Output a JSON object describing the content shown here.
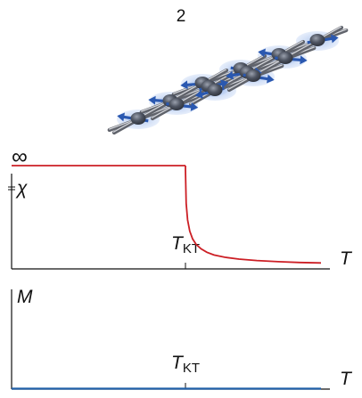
{
  "page_number": "2",
  "lattice": {
    "rows": 3,
    "cols": 4
  },
  "susceptibility_panel": {
    "ylabel": "χ",
    "infinity_label": "∞",
    "xlabel": "T",
    "tkt_label_main": "T",
    "tkt_label_sub": "KT",
    "colors": {
      "curve": "#cc1f25",
      "axis": "#111111"
    }
  },
  "magnetization_panel": {
    "ylabel": "M",
    "xlabel": "T",
    "tkt_label_main": "T",
    "tkt_label_sub": "KT",
    "colors": {
      "curve": "#1f5fa8",
      "axis": "#111111"
    }
  },
  "chart_data": [
    {
      "type": "line",
      "title": "",
      "xlabel": "T",
      "ylabel": "χ",
      "series": [
        {
          "x": [
            0.0,
            1.0
          ],
          "y": [
            "∞",
            "∞"
          ]
        },
        {
          "x": [
            1.0,
            1.01,
            1.03,
            1.06,
            1.1,
            1.15,
            1.22,
            1.3,
            1.4,
            1.55,
            1.75,
            2.0,
            2.3,
            2.6,
            2.9
          ],
          "y": [
            8.5,
            5.5,
            4.0,
            3.0,
            2.3,
            1.8,
            1.4,
            1.1,
            0.85,
            0.65,
            0.48,
            0.35,
            0.25,
            0.18,
            0.14
          ]
        }
      ]
    },
    {
      "type": "line",
      "title": "",
      "xlabel": "T",
      "ylabel": "M",
      "series": [
        {
          "x": [
            0.0,
            2.9
          ],
          "y": [
            0,
            0
          ]
        }
      ]
    }
  ]
}
